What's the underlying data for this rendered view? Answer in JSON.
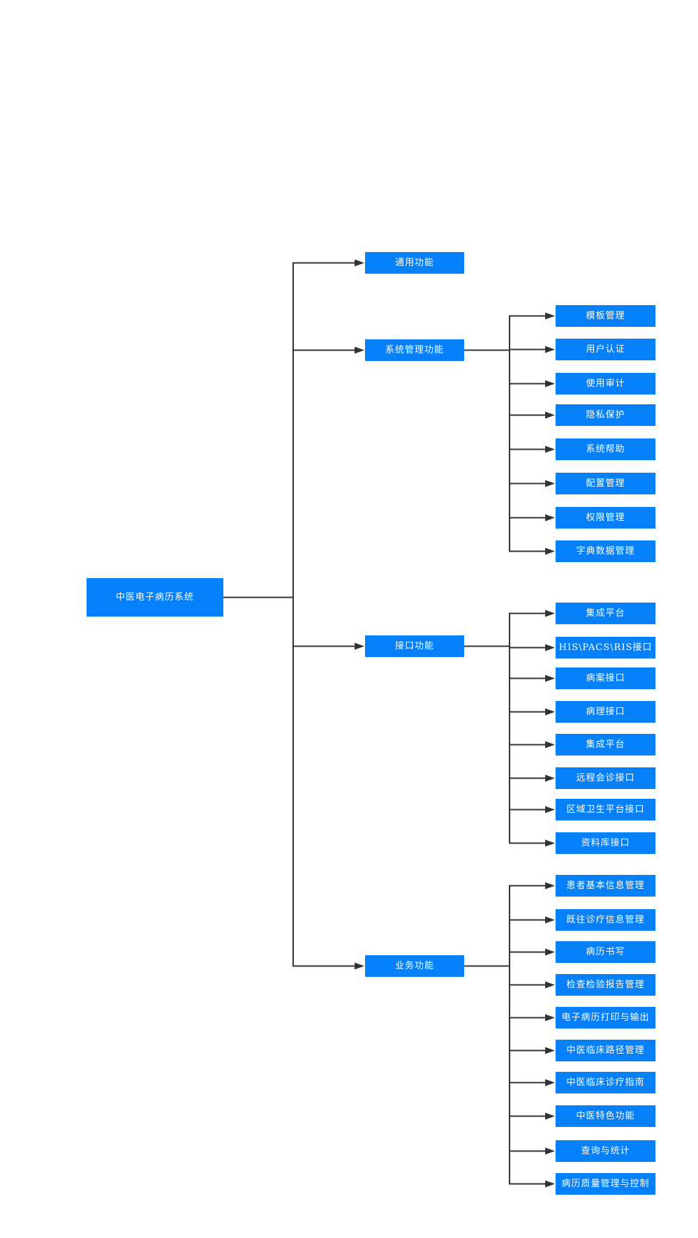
{
  "diagram": {
    "type": "tree",
    "orientation": "left-to-right",
    "colors": {
      "node_fill": "#0680F8",
      "node_text": "#FFFFFF",
      "connector": "#333333",
      "background": "#FFFFFF"
    },
    "root": {
      "label": "中医电子病历系统"
    },
    "level2": [
      {
        "label": "通用功能",
        "children": []
      },
      {
        "label": "系统管理功能",
        "children": [
          "模板管理",
          "用户认证",
          "使用审计",
          "隐私保护",
          "系统帮助",
          "配置管理",
          "权限管理",
          "字典数据管理"
        ]
      },
      {
        "label": "接口功能",
        "children": [
          "集成平台",
          "HIS\\PACS\\RIS接口",
          "病案接口",
          "病理接口",
          "集成平台",
          "远程会诊接口",
          "区域卫生平台接口",
          "资料库接口"
        ]
      },
      {
        "label": "业务功能",
        "children": [
          "患者基本信息管理",
          "既往诊疗信息管理",
          "病历书写",
          "检查检验报告管理",
          "电子病历打印与输出",
          "中医临床路径管理",
          "中医临床诊疗指南",
          "中医特色功能",
          "查询与统计",
          "病历质量管理与控制"
        ]
      }
    ]
  }
}
